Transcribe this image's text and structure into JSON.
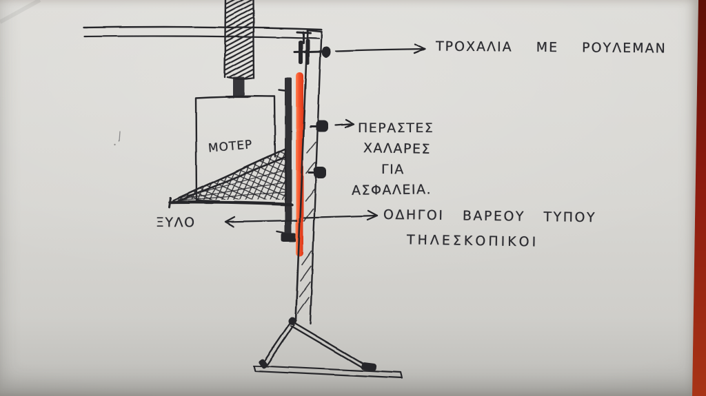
{
  "annotations": {
    "pulley_label": "ΤΡΟΧΑΛΙΑ ΜΕ ΡΟΥΛΕΜΑΝ",
    "safety_line1": "ΠΕΡΑΣΤΕΣ",
    "safety_line2": "ΧΑΛΑΡΕΣ",
    "safety_line3": "ΓΙΑ",
    "safety_line4": "ΑΣΦΑΛΕΙΑ.",
    "guides_line1": "ΟΔΗΓΟΙ ΒΑΡΕΟΥ ΤΥΠΟΥ",
    "guides_line2": "ΤΗΛΕΣΚΟΠΙΚΟΙ",
    "motor_label": "ΜΟΤΕΡ",
    "wood_label": "ΞΥΛΟ"
  },
  "colors": {
    "paper": "#d8d6d2",
    "ink": "#26262a",
    "highlight_orange": "#f3502a",
    "desk_red": "#8c1a0e"
  }
}
